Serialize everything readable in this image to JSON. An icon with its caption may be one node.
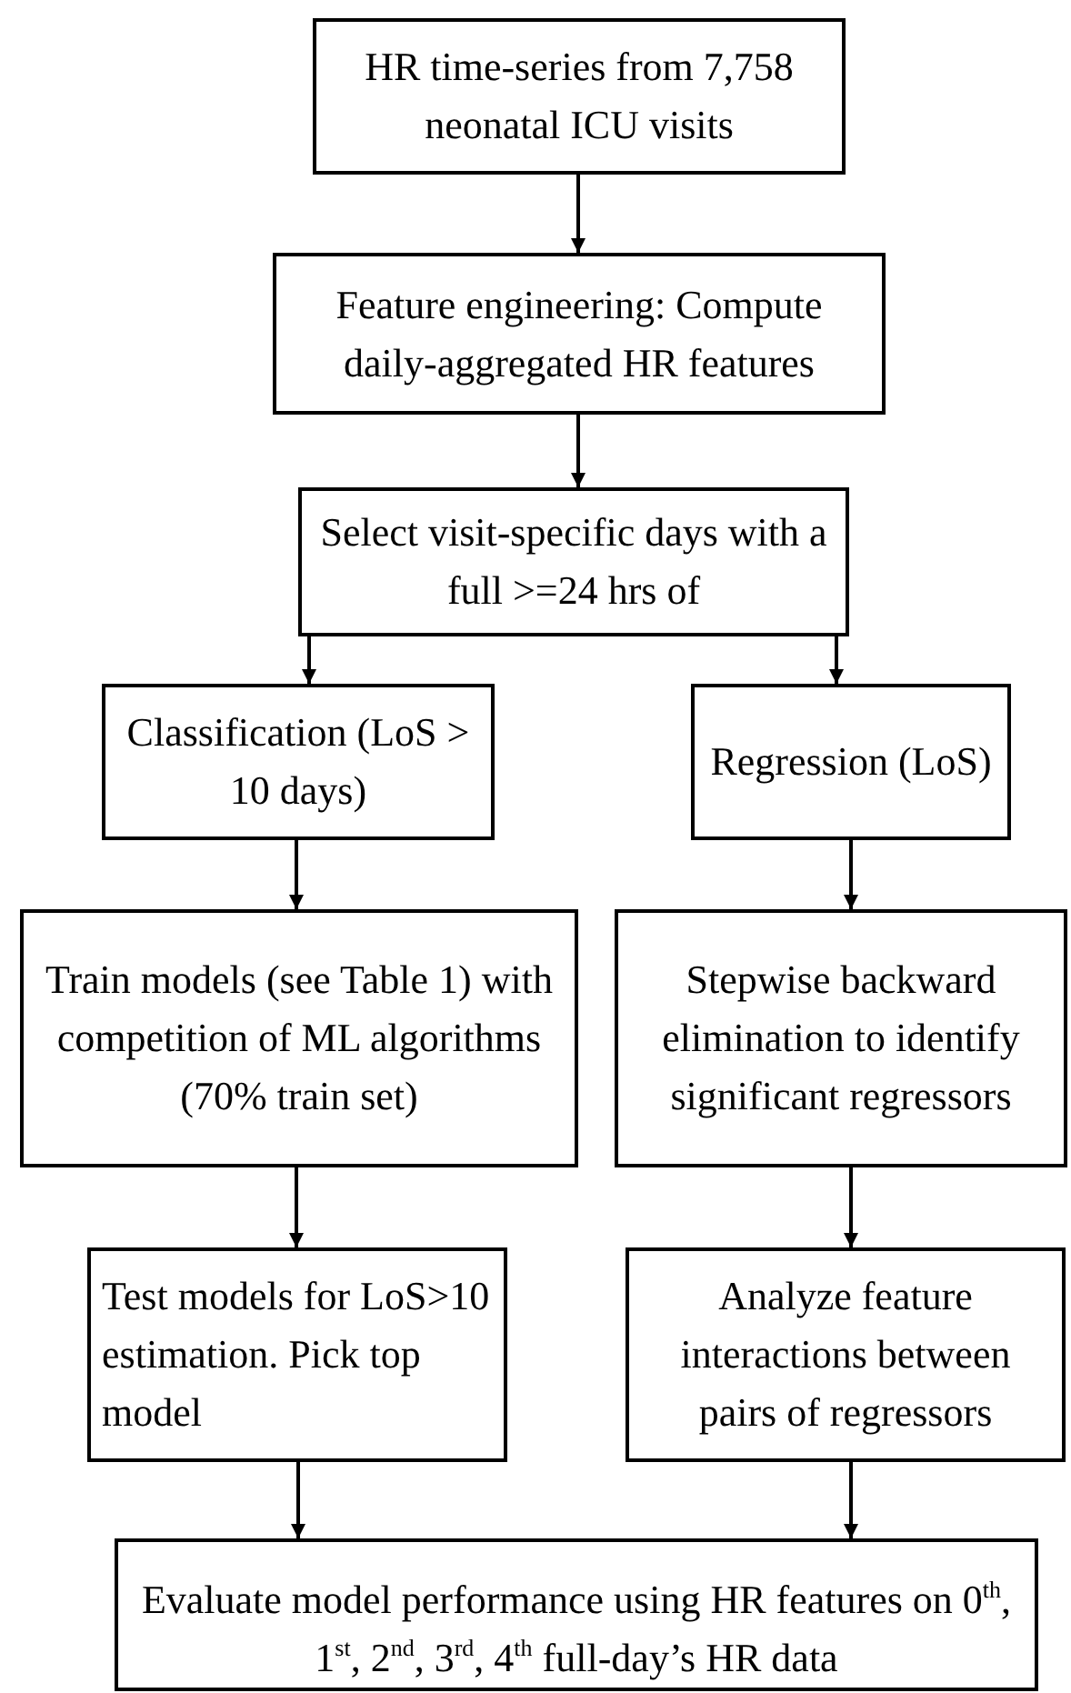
{
  "diagram": {
    "nodes": [
      {
        "text": [
          "HR time-series from 7,758 neonatal ICU visits"
        ]
      },
      {
        "text": [
          "Feature engineering: Compute daily-aggregated HR features"
        ]
      },
      {
        "text": [
          "Select visit-specific days with a full >=24 hrs of"
        ]
      },
      {
        "text": [
          "Classification (LoS > 10 days)"
        ]
      },
      {
        "text": [
          "Regression (LoS)"
        ]
      },
      {
        "text": [
          "Train models (see Table 1) with competition of ML algorithms (70% train set)"
        ]
      },
      {
        "text": [
          "Stepwise backward elimination to identify significant regressors"
        ]
      },
      {
        "text": [
          "Test models for LoS>10 estimation. Pick top model"
        ]
      },
      {
        "text": [
          "Analyze feature interactions between pairs of regressors"
        ]
      },
      {
        "text": [
          "Evaluate model performance using HR features on 0$^{th}$, 1$^{st}$, 2$^{nd}$, 3$^{rd}$, 4$^{th}$ full-day’s HR data"
        ]
      }
    ],
    "edges": [
      {
        "from": 0,
        "to": 1,
        "arrow": "to"
      },
      {
        "from": 1,
        "to": 2,
        "arrow": "to"
      },
      {
        "from": 2,
        "to": 3,
        "arrow": "to"
      },
      {
        "from": 2,
        "to": 4,
        "arrow": "to"
      },
      {
        "from": 3,
        "to": 5,
        "arrow": "to"
      },
      {
        "from": 4,
        "to": 6,
        "arrow": "to"
      },
      {
        "from": 5,
        "to": 7,
        "arrow": "to"
      },
      {
        "from": 6,
        "to": 8,
        "arrow": "to"
      },
      {
        "from": 7,
        "to": 9,
        "arrow": "to"
      },
      {
        "from": 8,
        "to": 9,
        "arrow": "to"
      }
    ]
  }
}
